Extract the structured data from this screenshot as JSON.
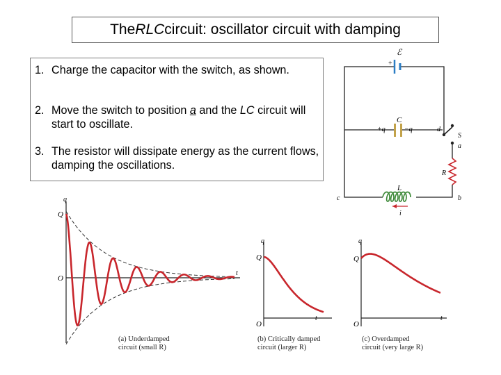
{
  "title": {
    "prefix": "The ",
    "italic": "RLC",
    "suffix": " circuit: oscillator circuit with damping"
  },
  "steps": [
    {
      "number": "1.",
      "text": "Charge the capacitor with the switch, as shown."
    },
    {
      "number": "2.",
      "pre": "Move the switch to position ",
      "position": "a",
      "mid": " and the ",
      "lc": "LC",
      "post": " circuit will start to oscillate."
    },
    {
      "number": "3.",
      "text": "The resistor will dissipate energy as the current flows, damping the oscillations."
    }
  ],
  "circuit": {
    "emf": "ℰ",
    "plus": "+",
    "capacitor": "C",
    "plus_q": "+q",
    "minus_q": "−q",
    "switch": "S",
    "node_d": "d",
    "node_a": "a",
    "resistor": "R",
    "inductor": "L",
    "node_c": "c",
    "node_b": "b",
    "current": "i"
  },
  "chart_data": [
    {
      "type": "line",
      "caption": [
        "(a) Underdamped",
        "circuit (small R)"
      ],
      "xlabel": "t",
      "ylabel": "q",
      "y_tick_labels": [
        "Q",
        "O"
      ],
      "series": [
        {
          "role": "charge",
          "color": "#c8262c"
        },
        {
          "role": "upper envelope",
          "style": "dashed"
        },
        {
          "role": "lower envelope",
          "style": "dashed"
        }
      ]
    },
    {
      "type": "line",
      "caption": [
        "(b) Critically damped",
        "circuit (larger R)"
      ],
      "xlabel": "t",
      "ylabel": "q",
      "y_tick_labels": [
        "Q",
        "O"
      ],
      "series": [
        {
          "role": "charge",
          "color": "#c8262c"
        }
      ]
    },
    {
      "type": "line",
      "caption": [
        "(c) Overdamped",
        "circuit (very large R)"
      ],
      "xlabel": "t",
      "ylabel": "q",
      "y_tick_labels": [
        "Q",
        "O"
      ],
      "series": [
        {
          "role": "charge",
          "color": "#c8262c"
        }
      ]
    }
  ]
}
